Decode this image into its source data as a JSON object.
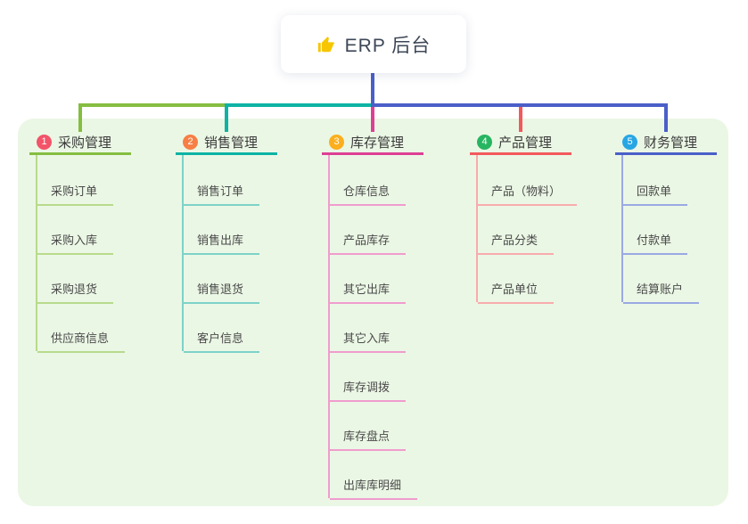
{
  "root": {
    "title": "ERP 后台",
    "icon": "thumbs-up-icon",
    "icon_color": "#f7c600",
    "connector_color": "#4a5fc8"
  },
  "panel": {
    "background": "#ebf7e5"
  },
  "branches": [
    {
      "badge": "1",
      "badge_color": "#f25469",
      "title": "采购管理",
      "line_color": "#85bd41",
      "child_line_color": "#b7db8c",
      "children": [
        "采购订单",
        "采购入库",
        "采购退货",
        "供应商信息"
      ]
    },
    {
      "badge": "2",
      "badge_color": "#f77f45",
      "title": "销售管理",
      "line_color": "#0db3a4",
      "child_line_color": "#7ed2c8",
      "children": [
        "销售订单",
        "销售出库",
        "销售退货",
        "客户信息"
      ]
    },
    {
      "badge": "3",
      "badge_color": "#fbaf1e",
      "title": "库存管理",
      "line_color": "#dd3f95",
      "child_line_color": "#ef9ccd",
      "children": [
        "仓库信息",
        "产品库存",
        "其它出库",
        "其它入库",
        "库存调拨",
        "库存盘点",
        "出库库明细"
      ]
    },
    {
      "badge": "4",
      "badge_color": "#27b561",
      "title": "产品管理",
      "line_color": "#f2595d",
      "child_line_color": "#f8abad",
      "children": [
        "产品（物料）",
        "产品分类",
        "产品单位"
      ]
    },
    {
      "badge": "5",
      "badge_color": "#28a6e4",
      "title": "财务管理",
      "line_color": "#4a5fc8",
      "child_line_color": "#9aa9e2",
      "children": [
        "回款单",
        "付款单",
        "结算账户"
      ]
    }
  ]
}
